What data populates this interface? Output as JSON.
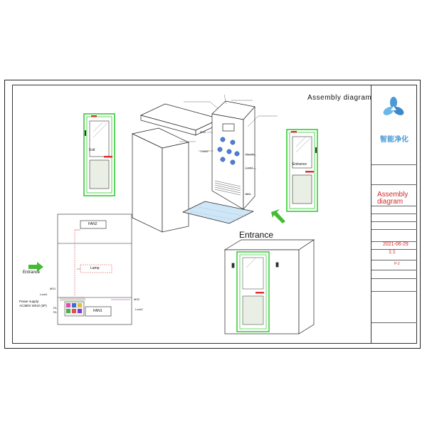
{
  "header": {
    "title": "Assembly diagram"
  },
  "drawing": {
    "entrance_label": "Entrance",
    "door_exit_label": "Exit",
    "door_entrance_label": "Entrance",
    "part_labels": {
      "ms2": "MS2",
      "lock2": "Lock2",
      "nozzle": "Nozzle",
      "lock1": "Lock1",
      "msl": "MSL"
    }
  },
  "wiring": {
    "fan2": "FAN2",
    "fan1": "FAN1",
    "lamp": "Lamp",
    "entrance_label": "Entrance",
    "power_supply_line1": "Power supply:",
    "power_supply_line2": "AC380V 50HZ (3P)",
    "ms1": "MS1",
    "lock1": "Lock1",
    "ms2": "MS2",
    "lock2": "Lock2",
    "dl": "DL",
    "rl": "RL"
  },
  "title_block": {
    "brand": "智能净化",
    "drawing_name": "Assembly diagram",
    "date": "2021-06-29",
    "scale": "1:1",
    "drawing_no": "P-2"
  },
  "colors": {
    "door_green": "#33cc33",
    "accent_red": "#e03030",
    "logo_blue": "#4a9ad8",
    "arrow_green": "#44bb33",
    "glass_blue": "#cfe6f7"
  },
  "icons": [
    "company-logo-icon",
    "entrance-arrow-icon"
  ]
}
